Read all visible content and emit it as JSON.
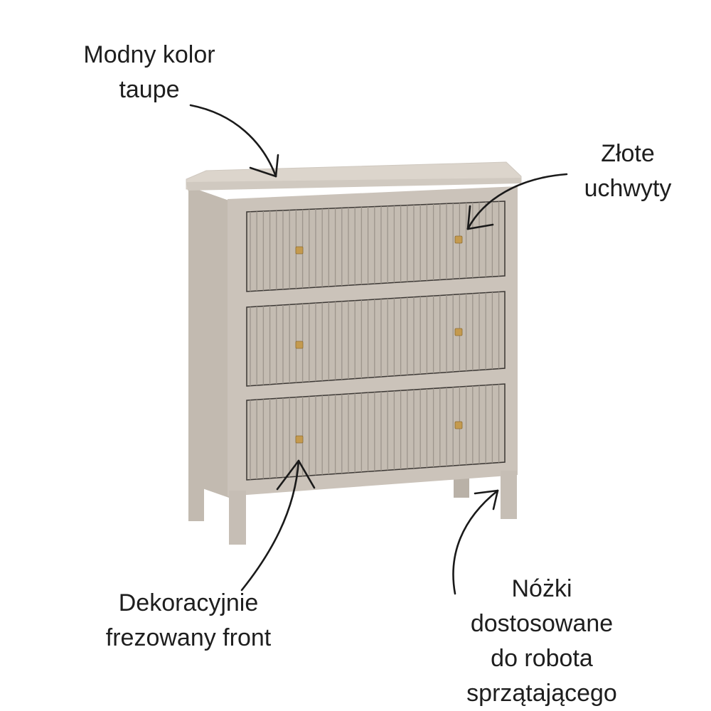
{
  "annotations": {
    "color": {
      "lines": [
        "Modny kolor",
        "taupe"
      ]
    },
    "handles": {
      "lines": [
        "Złote",
        "uchwyty"
      ]
    },
    "front": {
      "lines": [
        "Dekoracyjnie",
        "frezowany front"
      ]
    },
    "legs": {
      "lines": [
        "Nóżki",
        "dostosowane",
        "do robota",
        "sprzątającego"
      ]
    }
  },
  "colors": {
    "taupe": "#c9c1b8",
    "taupe_dark": "#b7afa5",
    "top": "#dcd5cc",
    "knob": "#c49a4e",
    "ink": "#1a1a1a"
  }
}
